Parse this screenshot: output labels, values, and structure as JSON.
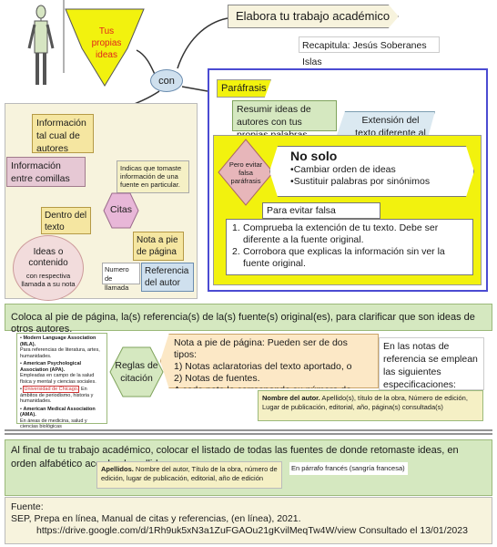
{
  "title": "Elabora tu trabajo académico",
  "thought": "Tus propias ideas",
  "recap": "Recapitula: Jesús Soberanes Islas",
  "connector": "con",
  "left_panel": {
    "tal_cual": "Información tal cual de autores",
    "comillas": "Información entre comillas",
    "indicas": "Indicas que tomaste información de una fuente en particular.",
    "citas": "Citas",
    "dentro_texto": "Dentro del texto",
    "ideas_title": "Ideas o contenido",
    "ideas_sub": "con respectiva llamada a su nota",
    "nota_pie": "Nota a pie de página",
    "numero_llamada": "Numero de llamada",
    "referencia_autor": "Referencia del autor"
  },
  "paraphrase": {
    "label": "Paráfrasis",
    "resumir": "Resumir ideas de autores con tus propias palabras",
    "extension": "Extensión del texto diferente al original",
    "pero": "Pero evitar falsa paráfrasis",
    "no_solo_title": "No solo",
    "no_solo_items": [
      "Cambiar  orden de ideas",
      "Sustituir palabras por sinónimos"
    ],
    "evitar_title": "Para evitar falsa paráfrasis:",
    "evitar_items": [
      "Comprueba la extención de tu texto. Debe ser diferente a la fuente original.",
      "Corrobora que explicas la información sin ver la fuente original."
    ]
  },
  "coloca": "Coloca al pie de página, la(s) referencia(s) de la(s) fuente(s) original(es), para clarificar que son ideas de otros autores.",
  "styles": [
    {
      "name": "Modern Language Association (MLA).",
      "desc": "Para referencias de literatura, artes, humanidades."
    },
    {
      "name": "American Psychological Association (APA).",
      "desc": "Empleadas en campo de la salud física y mental y ciencias sociales."
    },
    {
      "name": "Universidad de Chicago.",
      "desc": "En ámbitos de periodismo, historia y humanidades."
    },
    {
      "name": "American Medical Association (AMA).",
      "desc": "En áreas de medicina, salud y ciencias biológicas"
    }
  ],
  "reglas": "Reglas de citación",
  "nota_tipos": {
    "intro": "Nota a pie de página:  Pueden ser de dos tipos:",
    "items": [
      "1) Notas aclaratorias del texto aportado,  o",
      "2) Notas de fuentes."
    ],
    "outro": "A cada nota le corresponde su número de llamada"
  },
  "notas_referencia": "En las notas de referencia se emplean las siguientes especificaciones:",
  "nombre_autor": {
    "bold": "Nombre del autor.",
    "rest": " Apellido(s), título de la obra, Número de edición, Lugar de publicación, editorial, año, página(s) consultada(s)"
  },
  "final": "Al final de tu trabajo académico, colocar el listado de todas las fuentes de donde retomaste ideas, en orden alfabético acorde al apellido",
  "apellidos": {
    "bold": "Apellidos.",
    "rest": " Nombre del autor, Título de la obra, número de edición, lugar de publicación, editorial, año de edición"
  },
  "parrafo_frances": "En párrafo francés (sangría francesa)",
  "fuente": {
    "label": "Fuente:",
    "line1": "SEP, Prepa en línea, Manual de citas y referencias, (en línea), 2021.",
    "line2": "https://drive.google.com/d/1Rh9uk5xN3a1ZuFGAOu21gKvilMeqTw4W/view Consultado el 13/01/2023"
  },
  "colors": {
    "yellow": "#f2f20e",
    "green": "#d5e8c0",
    "panel": "#f7f3dd",
    "blue_border": "#4b4bd2",
    "pink": "#e7b6ba"
  }
}
